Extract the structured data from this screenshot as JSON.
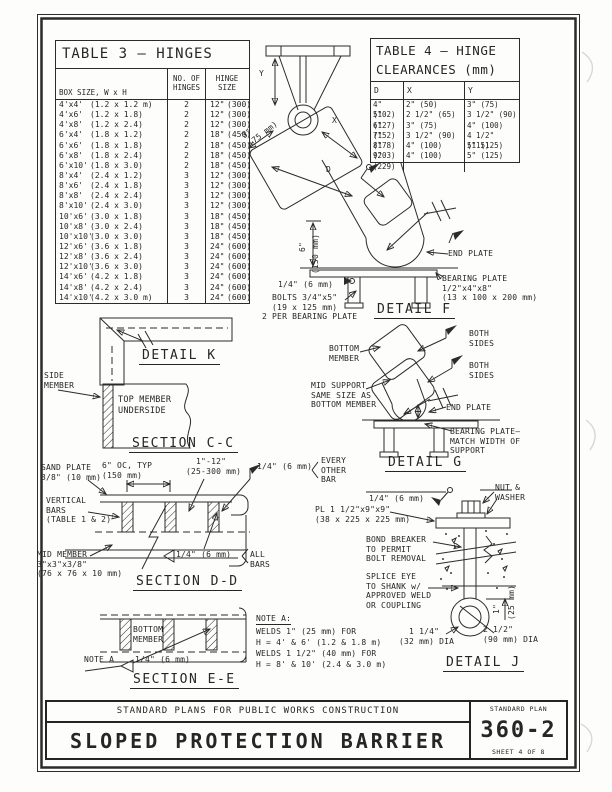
{
  "ink": "#2b2b2b",
  "paper": "#fdfdfc",
  "table3": {
    "title": "TABLE 3 — HINGES",
    "col_box": "BOX SIZE, W x H",
    "col_qty": "NO. OF\nHINGES",
    "col_size": "HINGE\nSIZE",
    "rows": [
      {
        "size": "4'x4'",
        "metric": "(1.2 x 1.2 m)",
        "qty": "2",
        "inch": "12\"",
        "mm": "(300)"
      },
      {
        "size": "4'x6'",
        "metric": "(1.2 x 1.8)",
        "qty": "2",
        "inch": "12\"",
        "mm": "(300)"
      },
      {
        "size": "4'x8'",
        "metric": "(1.2 x 2.4)",
        "qty": "2",
        "inch": "12\"",
        "mm": "(300)"
      },
      {
        "size": "6'x4'",
        "metric": "(1.8 x 1.2)",
        "qty": "2",
        "inch": "18\"",
        "mm": "(450)"
      },
      {
        "size": "6'x6'",
        "metric": "(1.8 x 1.8)",
        "qty": "2",
        "inch": "18\"",
        "mm": "(450)"
      },
      {
        "size": "6'x8'",
        "metric": "(1.8 x 2.4)",
        "qty": "2",
        "inch": "18\"",
        "mm": "(450)"
      },
      {
        "size": "6'x10'",
        "metric": "(1.8 x 3.0)",
        "qty": "2",
        "inch": "18\"",
        "mm": "(450)"
      },
      {
        "size": "8'x4'",
        "metric": "(2.4 x 1.2)",
        "qty": "3",
        "inch": "12\"",
        "mm": "(300)"
      },
      {
        "size": "8'x6'",
        "metric": "(2.4 x 1.8)",
        "qty": "3",
        "inch": "12\"",
        "mm": "(300)"
      },
      {
        "size": "8'x8'",
        "metric": "(2.4 x 2.4)",
        "qty": "3",
        "inch": "12\"",
        "mm": "(300)"
      },
      {
        "size": "8'x10'",
        "metric": "(2.4 x 3.0)",
        "qty": "3",
        "inch": "12\"",
        "mm": "(300)"
      },
      {
        "size": "10'x6'",
        "metric": "(3.0 x 1.8)",
        "qty": "3",
        "inch": "18\"",
        "mm": "(450)"
      },
      {
        "size": "10'x8'",
        "metric": "(3.0 x 2.4)",
        "qty": "3",
        "inch": "18\"",
        "mm": "(450)"
      },
      {
        "size": "10'x10'",
        "metric": "(3.0 x 3.0)",
        "qty": "3",
        "inch": "18\"",
        "mm": "(450)"
      },
      {
        "size": "12'x6'",
        "metric": "(3.6 x 1.8)",
        "qty": "3",
        "inch": "24\"",
        "mm": "(600)"
      },
      {
        "size": "12'x8'",
        "metric": "(3.6 x 2.4)",
        "qty": "3",
        "inch": "24\"",
        "mm": "(600)"
      },
      {
        "size": "12'x10'",
        "metric": "(3.6 x 3.0)",
        "qty": "3",
        "inch": "24\"",
        "mm": "(600)"
      },
      {
        "size": "14'x6'",
        "metric": "(4.2 x 1.8)",
        "qty": "3",
        "inch": "24\"",
        "mm": "(600)"
      },
      {
        "size": "14'x8'",
        "metric": "(4.2 x 2.4)",
        "qty": "3",
        "inch": "24\"",
        "mm": "(600)"
      },
      {
        "size": "14'x10'",
        "metric": "(4.2 x 3.0 m)",
        "qty": "3",
        "inch": "24\"",
        "mm": "(600)"
      }
    ]
  },
  "table4": {
    "title": "TABLE 4 — HINGE\nCLEARANCES (mm)",
    "col_d": "D",
    "col_x": "X",
    "col_y": "Y",
    "rows": [
      {
        "d": "4\" (102)",
        "x": "2\" (50)",
        "y": "3\" (75)"
      },
      {
        "d": "5\" (127)",
        "x": "2 1/2\" (65)",
        "y": "3 1/2\" (90)"
      },
      {
        "d": "6\" (152)",
        "x": "3\" (75)",
        "y": "4\" (100)"
      },
      {
        "d": "7\" (178)",
        "x": "3 1/2\" (90)",
        "y": "4 1/2\" (115)"
      },
      {
        "d": "8\" (203)",
        "x": "4\" (100)",
        "y": "5\" (125)"
      },
      {
        "d": "9\" (229)",
        "x": "4\" (100)",
        "y": "5\" (125)"
      }
    ]
  },
  "hinge_diagram": {
    "dim_y": "Y",
    "dim_slope": "3\"\n(75 mm)",
    "dim_x": "X",
    "dim_d": "D"
  },
  "detail_f": {
    "dim_6": "6\"",
    "dim_150": "(150 mm)",
    "end_plate": "END PLATE",
    "weld": "1/4\" (6 mm)",
    "bolts": "  BOLTS 3/4\"x5\"\n  (19 x 125 mm)\n2 PER BEARING PLATE",
    "bearing": "BEARING PLATE\n1/2\"x4\"x8\"\n(13 x 100 x 200 mm)",
    "title": "DETAIL F"
  },
  "detail_k": {
    "title": "DETAIL K"
  },
  "section_cc": {
    "side_member": "SIDE\nMEMBER",
    "top_member": "TOP MEMBER\nUNDERSIDE",
    "title": "SECTION C-C"
  },
  "detail_g": {
    "bottom_member": "BOTTOM\nMEMBER",
    "mid_support": "MID SUPPORT\nSAME SIZE AS\nBOTTOM MEMBER",
    "both_sides_1": "BOTH\nSIDES",
    "both_sides_2": "BOTH\nSIDES",
    "end_plate": "END PLATE",
    "bearing": "BEARING PLATE—\nMATCH WIDTH OF\nSUPPORT",
    "title": "DETAIL G"
  },
  "section_dd": {
    "sand_plate": "SAND PLATE\n3/8\" (10 mm)",
    "vertical_bars": "VERTICAL\nBARS\n(TABLE 1 & 2)",
    "oc": "6\" OC, TYP\n(150 mm)",
    "spacing": "  1\"-12\"\n(25-300 mm)",
    "weld_top": "1/4\" (6 mm)",
    "every_other_bar": "EVERY\nOTHER\nBAR",
    "mid_member": "MID MEMBER\n3\"x3\"x3/8\"\n(76 x 76 x 10 mm)",
    "weld_bottom": "1/4\" (6 mm)",
    "all_bars": "ALL\nBARS",
    "title": "SECTION D-D"
  },
  "detail_j": {
    "weld": "1/4\" (6 mm)",
    "nut_washer": "NUT &\nWASHER",
    "plate": "PL 1 1/2\"x9\"x9\"\n(38 x 225 x 225 mm)",
    "bond_breaker": "BOND BREAKER\nTO PERMIT\nBOLT REMOVAL",
    "splice": "SPLICE EYE\nTO SHANK w/\nAPPROVED WELD\nOR COUPLING",
    "dia_small": "  1 1/4\"\n(32 mm) DIA",
    "dim_1": "1\"",
    "dim_25": "(25 mm)",
    "dia_big": "2 1/2\"\n(90 mm) DIA",
    "title": "DETAIL J"
  },
  "section_ee": {
    "bottom_member": "BOTTOM\nMEMBER",
    "note_ref": "NOTE A",
    "weld": "1/4\" (6 mm)",
    "title": "SECTION E-E"
  },
  "note_a": {
    "heading": "NOTE A:",
    "body": "WELDS 1\" (25 mm) FOR\nH = 4' & 6' (1.2 & 1.8 m)\nWELDS 1 1/2\" (40 mm) FOR\nH = 8' & 10' (2.4 & 3.0 m)"
  },
  "title_block": {
    "header": "STANDARD PLANS FOR PUBLIC WORKS CONSTRUCTION",
    "title": "SLOPED PROTECTION BARRIER",
    "plan_label": "STANDARD PLAN",
    "plan_no": "360-2",
    "sheet": "SHEET 4 OF 8"
  }
}
